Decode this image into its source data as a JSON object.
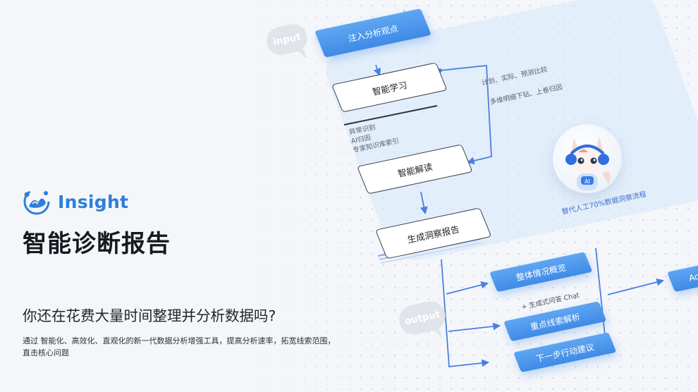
{
  "brand": {
    "name": "Insight",
    "accent": "#2d7fd8"
  },
  "hero": {
    "title": "智能诊断报告",
    "subtitle": "你还在花费大量时间整理并分析数据吗?",
    "description": "通过 智能化、高效化、直观化的新一代数据分析增强工具，提高分析速率，拓宽线索范围，直击核心问题"
  },
  "diagram": {
    "input_tag": "input",
    "output_tag": "output",
    "inject_label": "注入分析观点",
    "steps": [
      "智能学习",
      "智能解读",
      "生成洞察报告"
    ],
    "learning_notes": [
      "异常识别",
      "AI归因",
      "专家知识库索引"
    ],
    "side_notes": [
      "计划、实际、预测比较",
      "多维明细下钻、上卷归因"
    ],
    "avatar_caption": "替代人工70%数据洞察流程",
    "avatar_badge": "AI",
    "outputs": [
      "整体情况概览",
      "重点线索解析",
      "下一步行动建议"
    ],
    "output_note": "+ 生成式问答 Chat",
    "action_label": "Act"
  },
  "colors": {
    "blue": "#3f8ae6",
    "line": "#4a7fe0",
    "panel": "#d6e7fc"
  }
}
